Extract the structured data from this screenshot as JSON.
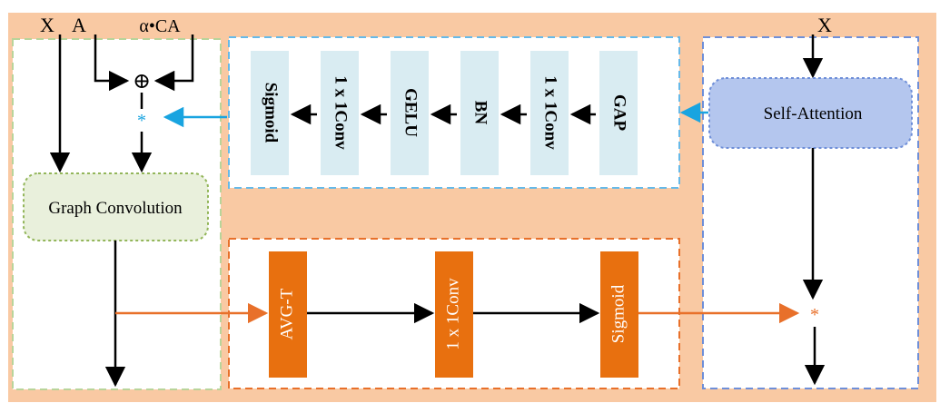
{
  "inputs": {
    "x_left": "X",
    "a": "A",
    "alpha_ca": "α•CA",
    "x_right": "X"
  },
  "symbols": {
    "plus": "⊕",
    "multiply": "*"
  },
  "blocks": {
    "graph_convolution": "Graph Convolution",
    "self_attention": "Self-Attention"
  },
  "channel_branch": [
    "GAP",
    "1 x 1Conv",
    "BN",
    "GELU",
    "1 x 1Conv",
    "Sigmoid"
  ],
  "temporal_branch": [
    "AVG-T",
    "1 x 1Conv",
    "Sigmoid"
  ],
  "colors": {
    "background_peach": "#f9c9a3",
    "green_dash": "#b9d49a",
    "graph_conv_fill": "#e9f0dc",
    "graph_conv_border": "#93b65a",
    "blue_dash": "#66b9e8",
    "teal_block": "#d9ecf2",
    "cyan_arrow": "#19a4e0",
    "orange_dash": "#e8702a",
    "orange_block": "#e8700f",
    "purple_dash": "#6f8fd8",
    "self_attention_fill": "#b4c6ee",
    "self_attention_border": "#6f8fd8"
  }
}
